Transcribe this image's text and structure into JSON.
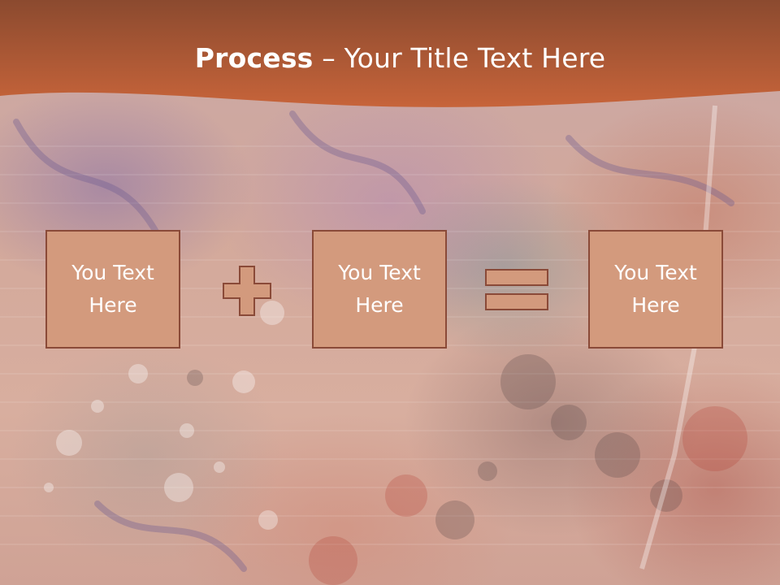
{
  "slide": {
    "title_bold": "Process",
    "title_rest": " – Your Title Text Here"
  },
  "boxes": [
    {
      "text": "You Text\nHere"
    },
    {
      "text": "You Text\nHere"
    },
    {
      "text": "You Text\nHere"
    }
  ],
  "operators": [
    "plus-icon",
    "equals-icon"
  ],
  "colors": {
    "banner_top": "#8b4a2f",
    "banner_bottom": "#c7643a",
    "box_fill": "#d39a7d",
    "box_border": "#8a4a38",
    "text": "#ffffff"
  }
}
